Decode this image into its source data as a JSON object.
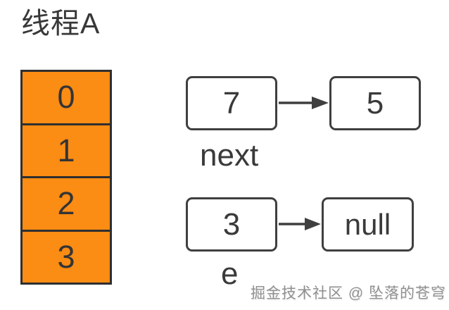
{
  "title": "线程A",
  "array": {
    "cells": [
      "0",
      "1",
      "2",
      "3"
    ]
  },
  "lists": [
    {
      "label": "next",
      "nodes": [
        "7",
        "5"
      ]
    },
    {
      "label": "e",
      "nodes": [
        "3",
        "null"
      ]
    }
  ],
  "watermark": "掘金技术社区 @ 坠落的苍穹",
  "colors": {
    "array_fill": "#fb8c14",
    "array_border": "#2f2f2f",
    "node_border": "#3f3f3f",
    "text": "#3a3a3a",
    "arrow": "#3f3f3f",
    "watermark": "#8f8f8f"
  }
}
